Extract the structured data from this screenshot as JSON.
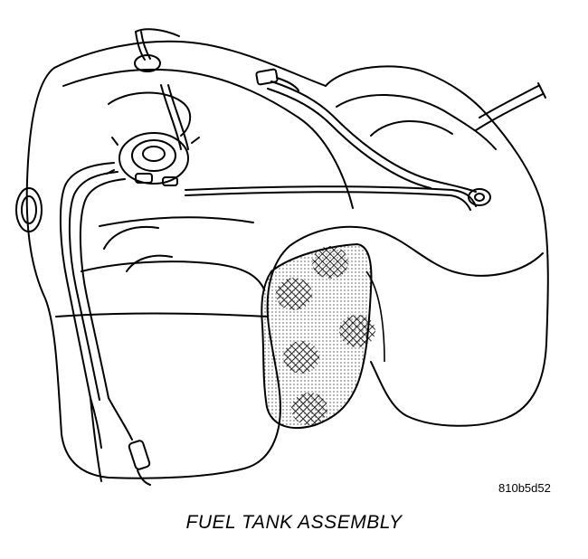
{
  "figure": {
    "caption": "FUEL TANK ASSEMBLY",
    "reference_code": "810b5d52",
    "components": [
      "fuel tank",
      "fuel pump module",
      "fuel lines",
      "wiring harness",
      "electrical connector",
      "heat shield",
      "filler vent hose"
    ]
  },
  "colors": {
    "line": "#000000",
    "background": "#ffffff"
  }
}
